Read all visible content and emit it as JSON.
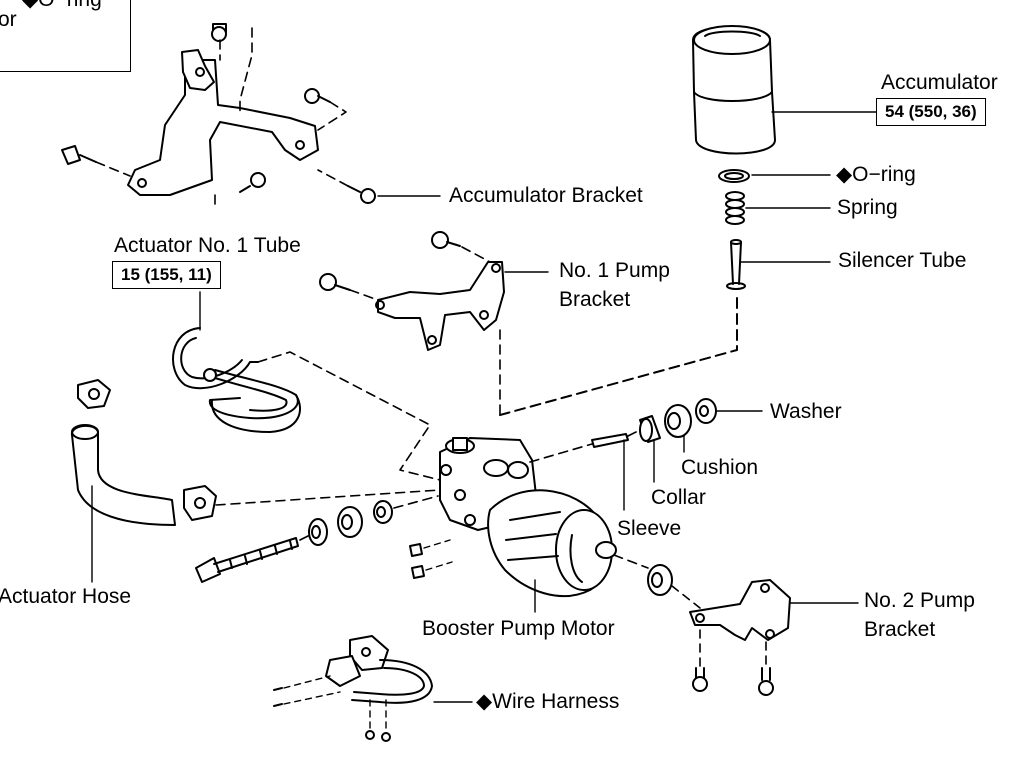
{
  "reference_box": {
    "line1": "◆O−ring",
    "line2": "or"
  },
  "labels": {
    "accumulator": "Accumulator",
    "accumulator_torque": "54 (550, 36)",
    "o_ring": "◆O−ring",
    "spring": "Spring",
    "silencer_tube": "Silencer Tube",
    "accumulator_bracket": "Accumulator Bracket",
    "actuator_tube": "Actuator No. 1 Tube",
    "actuator_tube_torque": "15 (155, 11)",
    "pump_bracket_1_line1": "No. 1 Pump",
    "pump_bracket_1_line2": "Bracket",
    "washer": "Washer",
    "cushion": "Cushion",
    "collar": "Collar",
    "sleeve": "Sleeve",
    "actuator_hose": "Actuator Hose",
    "booster_pump_motor": "Booster Pump Motor",
    "pump_bracket_2_line1": "No. 2 Pump",
    "pump_bracket_2_line2": "Bracket",
    "wire_harness": "◆Wire Harness"
  }
}
